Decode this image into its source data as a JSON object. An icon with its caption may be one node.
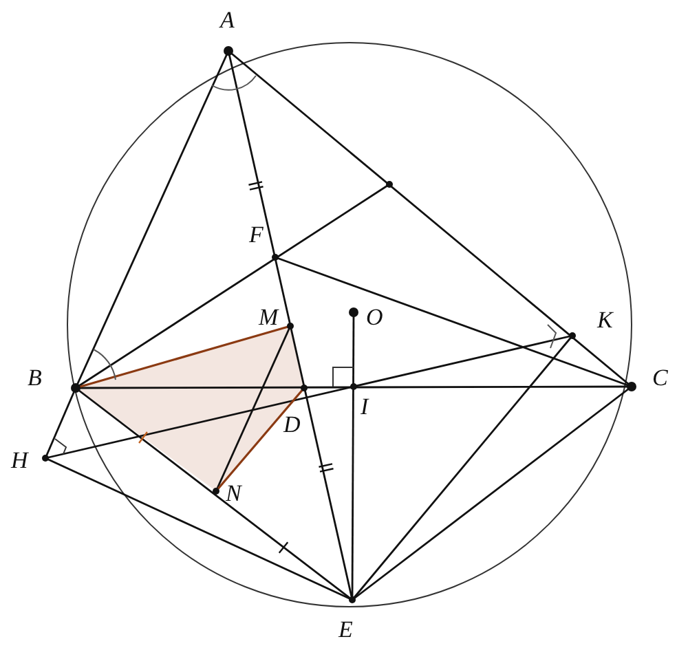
{
  "diagram": {
    "labels": [
      "A",
      "F",
      "M",
      "O",
      "K",
      "B",
      "C",
      "I",
      "D",
      "H",
      "N",
      "E"
    ]
  }
}
